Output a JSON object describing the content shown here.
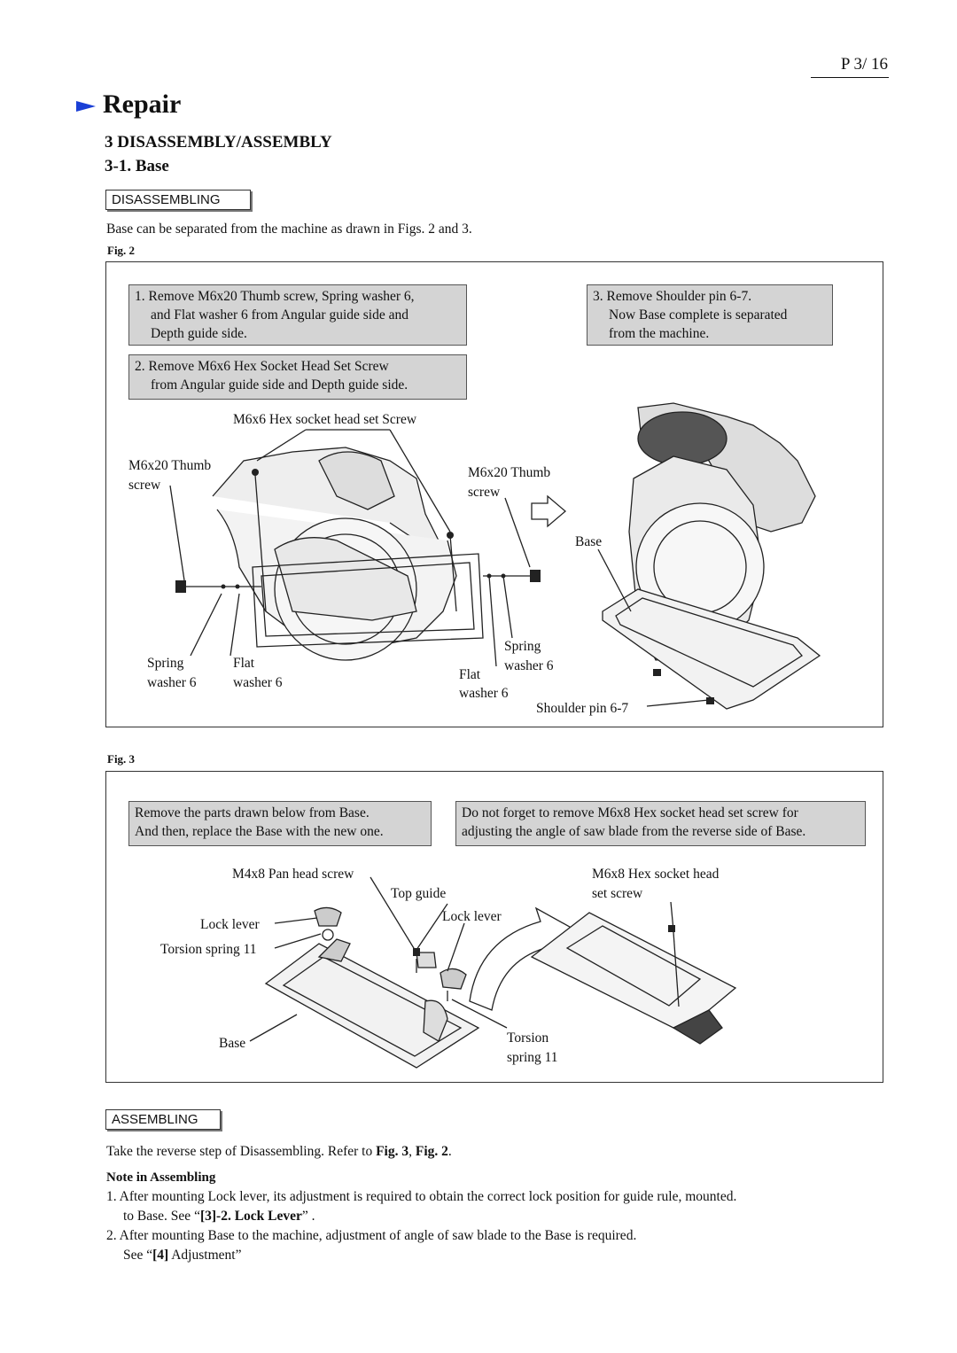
{
  "header": {
    "page_number": "P 3/ 16"
  },
  "section": {
    "title": "Repair",
    "heading": "3 DISASSEMBLY/ASSEMBLY",
    "subheading": "3-1. Base"
  },
  "disassembling": {
    "tag": "DISASSEMBLING",
    "intro": "Base can be separated from the machine as drawn in Figs. 2 and 3."
  },
  "fig2": {
    "label": "Fig. 2",
    "step1_line1": "1. Remove M6x20 Thumb screw, Spring washer 6,",
    "step1_line2": "and Flat washer 6 from Angular guide side and",
    "step1_line3": "Depth guide side.",
    "step2_line1": "2. Remove M6x6 Hex Socket Head Set Screw",
    "step2_line2": "from Angular guide side and Depth guide side.",
    "step3_line1": "3. Remove Shoulder pin 6-7.",
    "step3_line2": "Now Base complete is separated",
    "step3_line3": "from the machine.",
    "callouts": {
      "hex_set_screw": "M6x6 Hex socket head set Screw",
      "thumb_screw_left_1": "M6x20 Thumb",
      "thumb_screw_left_2": "screw",
      "thumb_screw_right_1": "M6x20 Thumb",
      "thumb_screw_right_2": "screw",
      "base": "Base",
      "spring_washer_left_1": "Spring",
      "spring_washer_left_2": "washer 6",
      "flat_washer_left_1": "Flat",
      "flat_washer_left_2": "washer 6",
      "spring_washer_right_1": "Spring",
      "spring_washer_right_2": "washer 6",
      "flat_washer_right_1": "Flat",
      "flat_washer_right_2": "washer 6",
      "shoulder_pin": "Shoulder pin 6-7"
    }
  },
  "fig3": {
    "label": "Fig. 3",
    "note_left_1": "Remove the parts drawn below from Base.",
    "note_left_2": "And then, replace the Base with the new one.",
    "note_right_1": "Do not forget to remove M6x8 Hex socket head set screw for",
    "note_right_2": "adjusting the angle of saw blade from the reverse side of Base.",
    "callouts": {
      "pan_head_screw": "M4x8 Pan head screw",
      "top_guide": "Top guide",
      "lock_lever_left": "Lock lever",
      "lock_lever_mid": "Lock lever",
      "torsion_spring_left": "Torsion spring 11",
      "base": "Base",
      "torsion_spring_right_1": "Torsion",
      "torsion_spring_right_2": "spring 11",
      "hex_screw_1": "M6x8 Hex socket head",
      "hex_screw_2": "set screw"
    }
  },
  "assembling": {
    "tag": "ASSEMBLING",
    "intro_prefix": "Take the reverse step of Disassembling. Refer to ",
    "ref1": "Fig. 3",
    "sep": ", ",
    "ref2": "Fig. 2",
    "intro_suffix": ".",
    "note_title": "Note in Assembling",
    "note1_line1": "1. After mounting Lock lever, its adjustment is required to obtain the correct lock position for guide rule, mounted.",
    "note1_pre": "to Base. See “",
    "note1_ref": "[3]-2. Lock Lever",
    "note1_post": "” .",
    "note2_line1": "2. After mounting Base to the machine, adjustment of angle of saw blade to the Base is required.",
    "note2_pre": "See “",
    "note2_ref": "[4]",
    "note2_post": " Adjustment”"
  }
}
